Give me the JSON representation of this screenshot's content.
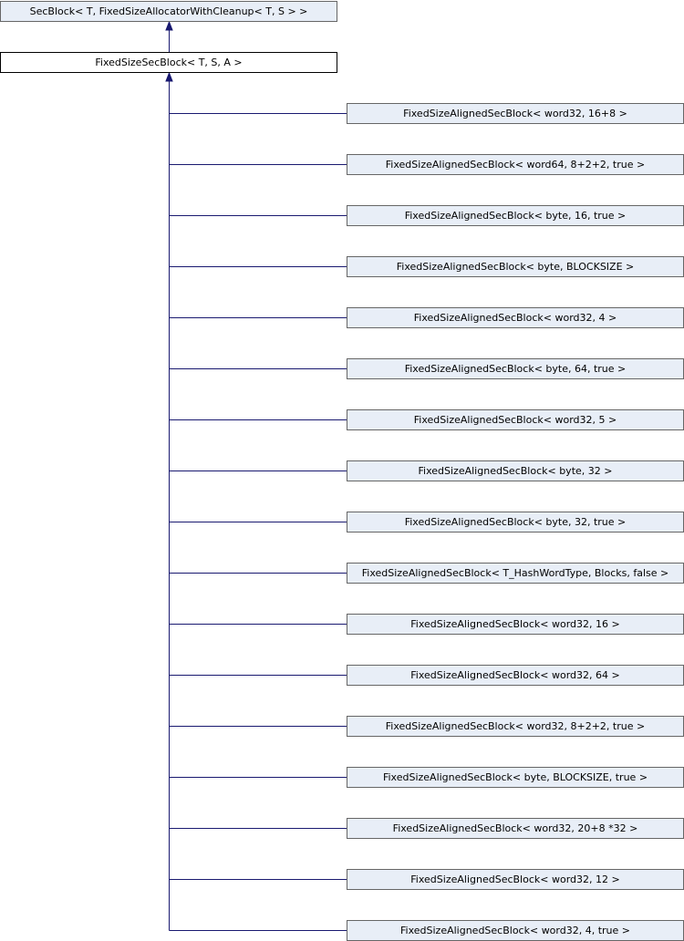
{
  "base_class": {
    "label": "SecBlock< T, FixedSizeAllocatorWithCleanup< T, S > >"
  },
  "current_class": {
    "label": "FixedSizeSecBlock< T, S, A >"
  },
  "derived_classes": [
    {
      "label": "FixedSizeAlignedSecBlock< word32, 16+8 >"
    },
    {
      "label": "FixedSizeAlignedSecBlock< word64, 8+2+2, true >"
    },
    {
      "label": "FixedSizeAlignedSecBlock< byte, 16, true >"
    },
    {
      "label": "FixedSizeAlignedSecBlock< byte, BLOCKSIZE >"
    },
    {
      "label": "FixedSizeAlignedSecBlock< word32, 4 >"
    },
    {
      "label": "FixedSizeAlignedSecBlock< byte, 64, true >"
    },
    {
      "label": "FixedSizeAlignedSecBlock< word32, 5 >"
    },
    {
      "label": "FixedSizeAlignedSecBlock< byte, 32 >"
    },
    {
      "label": "FixedSizeAlignedSecBlock< byte, 32, true >"
    },
    {
      "label": "FixedSizeAlignedSecBlock< T_HashWordType, Blocks, false >"
    },
    {
      "label": "FixedSizeAlignedSecBlock< word32, 16 >"
    },
    {
      "label": "FixedSizeAlignedSecBlock< word32, 64 >"
    },
    {
      "label": "FixedSizeAlignedSecBlock< word32, 8+2+2, true >"
    },
    {
      "label": "FixedSizeAlignedSecBlock< byte, BLOCKSIZE, true >"
    },
    {
      "label": "FixedSizeAlignedSecBlock< word32, 20+8 *32 >"
    },
    {
      "label": "FixedSizeAlignedSecBlock< word32, 12 >"
    },
    {
      "label": "FixedSizeAlignedSecBlock< word32, 4, true >"
    }
  ],
  "colors": {
    "node_fill": "#e8eef7",
    "node_border": "#666666",
    "edge": "#191970"
  }
}
